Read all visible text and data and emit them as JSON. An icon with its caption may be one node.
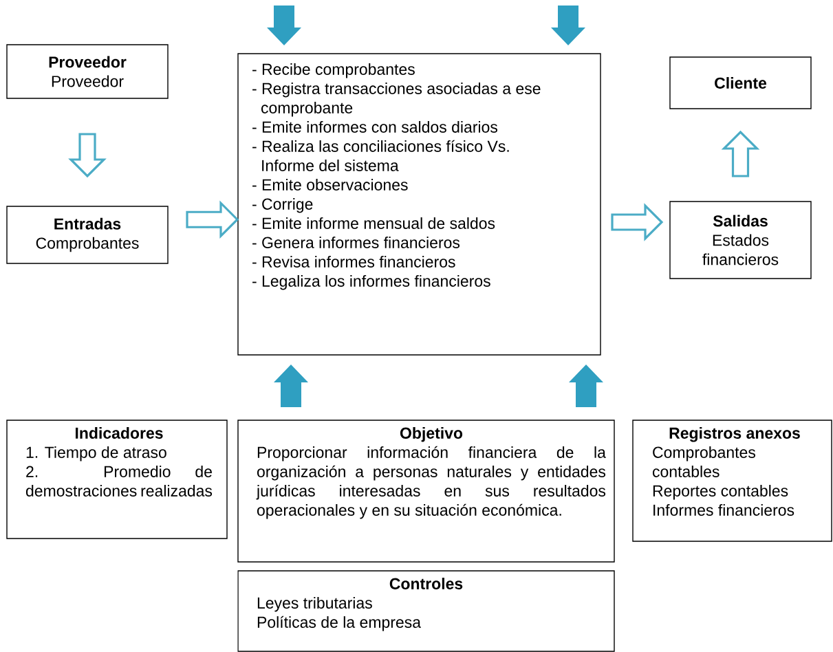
{
  "diagram": {
    "nodes": [
      {
        "text": [
          "Proveedor",
          "Proveedor"
        ]
      },
      {
        "text": [
          "Entradas",
          "Comprobantes"
        ]
      },
      {
        "text": [
          "- Recibe comprobantes",
          "- Registra transacciones asociadas a ese comprobante",
          "- Emite informes con saldos diarios",
          "- Realiza las conciliaciones físico Vs. Informe del sistema",
          "- Emite observaciones",
          "- Corrige",
          "- Emite informe mensual de saldos",
          "- Genera informes financieros",
          "- Revisa informes financieros",
          "- Legaliza los informes financieros"
        ]
      },
      {
        "text": [
          "Cliente"
        ]
      },
      {
        "text": [
          "Salidas",
          "Estados financieros"
        ]
      },
      {
        "text": [
          "Indicadores",
          "1. Tiempo de atraso",
          "2. Promedio de demostraciones realizadas"
        ]
      },
      {
        "text": [
          "Objetivo",
          "Proporcionar información financiera de la organización a personas naturales y entidades jurídicas interesadas en sus resultados operacionales y en su situación económica."
        ]
      },
      {
        "text": [
          "Registros anexos",
          "Comprobantes contables",
          "Reportes contables",
          "Informes financieros"
        ]
      },
      {
        "text": [
          "Controles",
          "Leyes tributarias",
          "Políticas de la empresa"
        ]
      }
    ],
    "edges": [
      {
        "from": 0,
        "to": 1,
        "arrow": "to"
      },
      {
        "from": 1,
        "to": 2,
        "arrow": "to"
      },
      {
        "from": 2,
        "to": 4,
        "arrow": "to"
      },
      {
        "from": 4,
        "to": 3,
        "arrow": "to"
      },
      {
        "from": null,
        "to": 2,
        "arrow": "to",
        "style": "thick"
      },
      {
        "from": null,
        "to": 2,
        "arrow": "to",
        "style": "thick"
      },
      {
        "from": null,
        "to": 2,
        "arrow": "to",
        "style": "thick"
      },
      {
        "from": null,
        "to": 2,
        "arrow": "to",
        "style": "thick"
      }
    ]
  }
}
